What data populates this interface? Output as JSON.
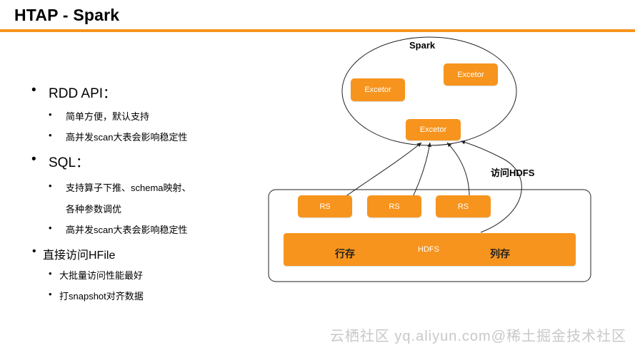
{
  "slide": {
    "title": "HTAP - Spark"
  },
  "bullets": {
    "rdd_title": "RDD API：",
    "rdd_items": [
      "简单方便，默认支持",
      "高并发scan大表会影响稳定性"
    ],
    "sql_title": "SQL：",
    "sql_items": [
      "支持算子下推、schema映射、",
      "各种参数调优",
      "高并发scan大表会影响稳定性"
    ],
    "hfile_title": "直接访问HFile",
    "hfile_items": [
      "大批量访问性能最好",
      "打snapshot对齐数据"
    ]
  },
  "diagram": {
    "spark_label": "Spark",
    "executors": [
      "Excetor",
      "Excetor",
      "Excetor"
    ],
    "region_servers": [
      "RS",
      "RS",
      "RS"
    ],
    "hdfs_label": "HDFS",
    "row_store": "行存",
    "column_store": "列存",
    "hdfs_access_label": "访问HDFS",
    "accent": "#f7941d"
  },
  "watermark": "云栖社区 yq.aliyun.com@稀土掘金技术社区"
}
